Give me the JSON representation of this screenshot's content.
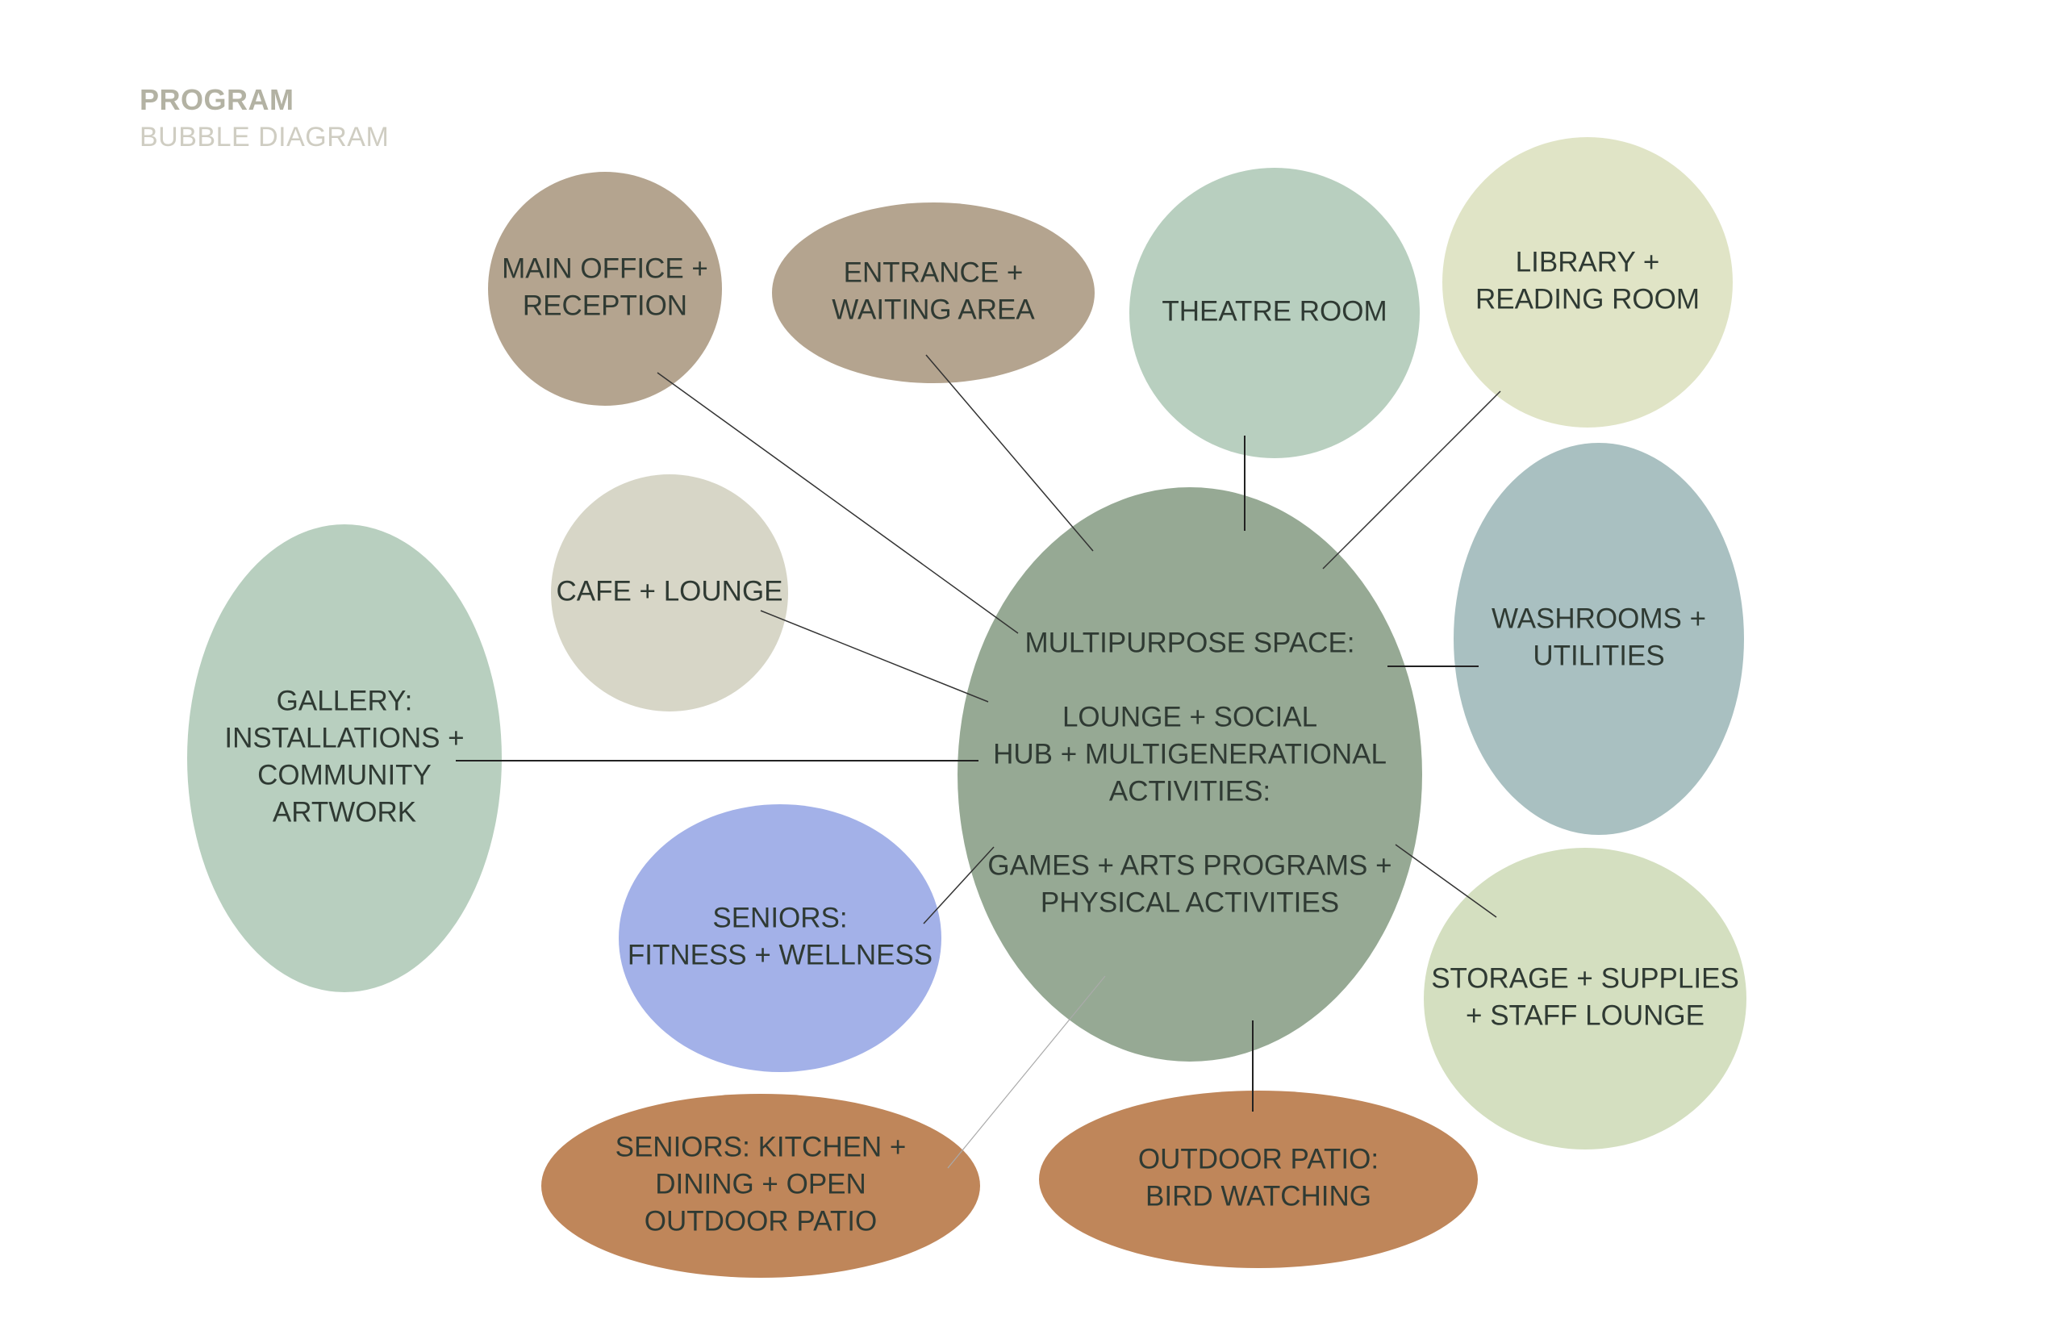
{
  "header": {
    "title": "PROGRAM",
    "subtitle": "BUBBLE DIAGRAM"
  },
  "bubbles": [
    {
      "id": "multipurpose",
      "color": "#96a994",
      "lines": [
        "MULTIPURPOSE SPACE:",
        "",
        "LOUNGE + SOCIAL",
        "HUB + MULTIGENERATIONAL",
        "ACTIVITIES:",
        "",
        "GAMES + ARTS PROGRAMS +",
        "PHYSICAL ACTIVITIES"
      ]
    },
    {
      "id": "main-office",
      "color": "#b4a48f",
      "lines": [
        "MAIN OFFICE  +",
        "RECEPTION"
      ]
    },
    {
      "id": "entrance",
      "color": "#b4a48f",
      "lines": [
        "ENTRANCE +",
        "WAITING AREA"
      ]
    },
    {
      "id": "theatre",
      "color": "#b8cfbf",
      "lines": [
        "THEATRE ROOM"
      ]
    },
    {
      "id": "library",
      "color": "#e0e4c6",
      "lines": [
        "LIBRARY +",
        "READING ROOM"
      ]
    },
    {
      "id": "cafe",
      "color": "#d7d6c7",
      "lines": [
        "CAFE + LOUNGE"
      ]
    },
    {
      "id": "gallery",
      "color": "#b8cfbf",
      "lines": [
        "GALLERY:",
        "INSTALLATIONS +",
        "COMMUNITY",
        "ARTWORK"
      ]
    },
    {
      "id": "washrooms",
      "color": "#a9c0c1",
      "lines": [
        "WASHROOMS +",
        "UTILITIES"
      ]
    },
    {
      "id": "seniors-fitness",
      "color": "#a3b1e8",
      "lines": [
        "SENIORS:",
        "FITNESS + WELLNESS"
      ]
    },
    {
      "id": "storage",
      "color": "#d4dfc0",
      "lines": [
        "STORAGE + SUPPLIES",
        "+ STAFF LOUNGE"
      ]
    },
    {
      "id": "seniors-kitchen",
      "color": "#bf865a",
      "lines": [
        "SENIORS: KITCHEN +",
        "DINING + OPEN",
        "OUTDOOR PATIO"
      ]
    },
    {
      "id": "outdoor-patio",
      "color": "#bf865a",
      "lines": [
        "OUTDOOR PATIO:",
        "BIRD WATCHING"
      ]
    }
  ]
}
